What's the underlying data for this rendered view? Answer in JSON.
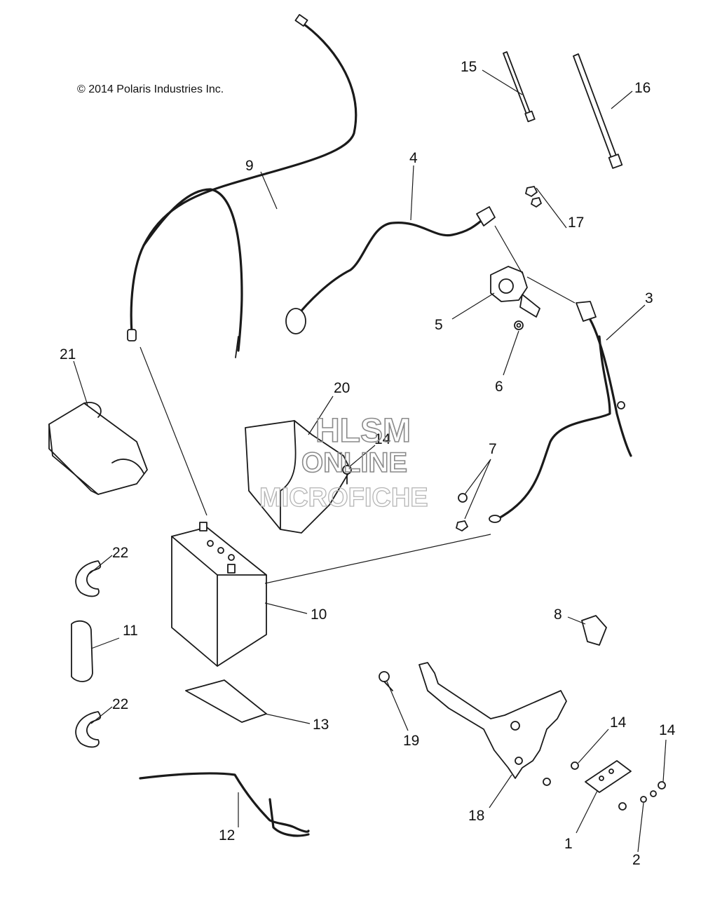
{
  "copyright": "© 2014 Polaris Industries Inc.",
  "watermark": {
    "line1": "HLSM",
    "line2": "ONLINE",
    "line3": "MICROFICHE"
  },
  "callouts": {
    "c1": "1",
    "c2": "2",
    "c3": "3",
    "c4": "4",
    "c5": "5",
    "c6": "6",
    "c7": "7",
    "c8": "8",
    "c9": "9",
    "c10": "10",
    "c11": "11",
    "c12": "12",
    "c13": "13",
    "c14a": "14",
    "c14b": "14",
    "c14c": "14",
    "c15": "15",
    "c16": "16",
    "c17": "17",
    "c18": "18",
    "c19": "19",
    "c20": "20",
    "c21": "21",
    "c22a": "22",
    "c22b": "22"
  },
  "colors": {
    "line": "#1a1a1a",
    "watermark": "#8a8a8a",
    "background": "#ffffff"
  }
}
